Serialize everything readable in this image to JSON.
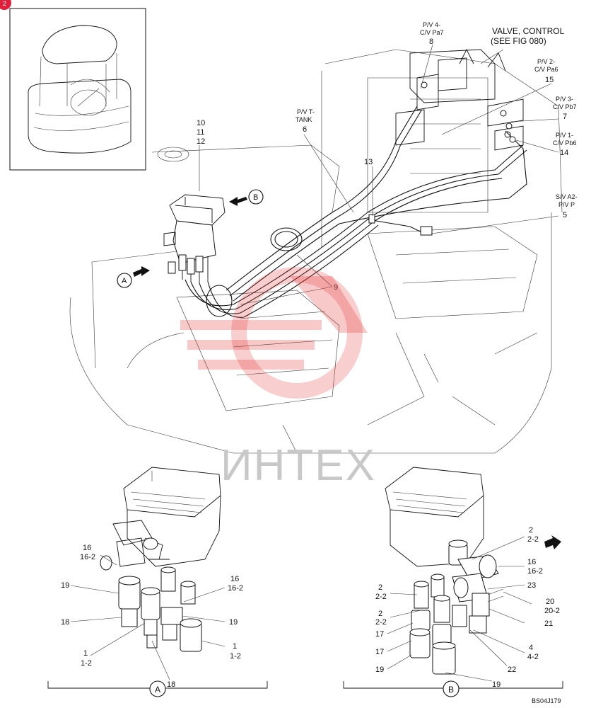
{
  "corner_badge": "2",
  "callouts": {
    "c10": "10",
    "c11": "11",
    "c12": "12",
    "pv_t_tank_1": "P/V T-",
    "pv_t_tank_2": "TANK",
    "c6": "6",
    "pv4_1": "P/V 4-",
    "pv4_2": "C/V Pa7",
    "c8": "8",
    "valve_control_1": "VALVE, CONTROL",
    "valve_control_2": "(SEE FIG 080)",
    "pv2_1": "P/V 2-",
    "pv2_2": "C/V Pa6",
    "c15": "15",
    "pv3_1": "P/V 3-",
    "pv3_2": "C/V Pb7",
    "c7": "7",
    "pv1_1": "P/V 1-",
    "pv1_2": "C/V Pb6",
    "c14": "14",
    "c13": "13",
    "sva2_1": "S/V A2-",
    "sva2_2": "P/V P",
    "c5": "5",
    "c9": "9",
    "view_a": "A",
    "view_b": "B"
  },
  "detail_a": {
    "l16": "16",
    "l16_2": "16-2",
    "l16b": "16",
    "l16b_2": "16-2",
    "l19": "19",
    "l18": "18",
    "l19b": "19",
    "l1": "1",
    "l1_2": "1-2",
    "l1b": "1",
    "l1b_2": "1-2",
    "l18b": "18",
    "view": "A"
  },
  "detail_b": {
    "l2a": "2",
    "l2a_2": "2-2",
    "l16": "16",
    "l16_2": "16-2",
    "l23": "23",
    "l2b": "2",
    "l2b_2": "2-2",
    "l2c": "2",
    "l2c_2": "2-2",
    "l20": "20",
    "l20_2": "20-2",
    "l17a": "17",
    "l21": "21",
    "l17b": "17",
    "l4": "4",
    "l4_2": "4-2",
    "l19a": "19",
    "l22": "22",
    "l19b": "19",
    "view": "B"
  },
  "watermark_text": "ИНТЕХ",
  "figure_code": "BS04J179"
}
